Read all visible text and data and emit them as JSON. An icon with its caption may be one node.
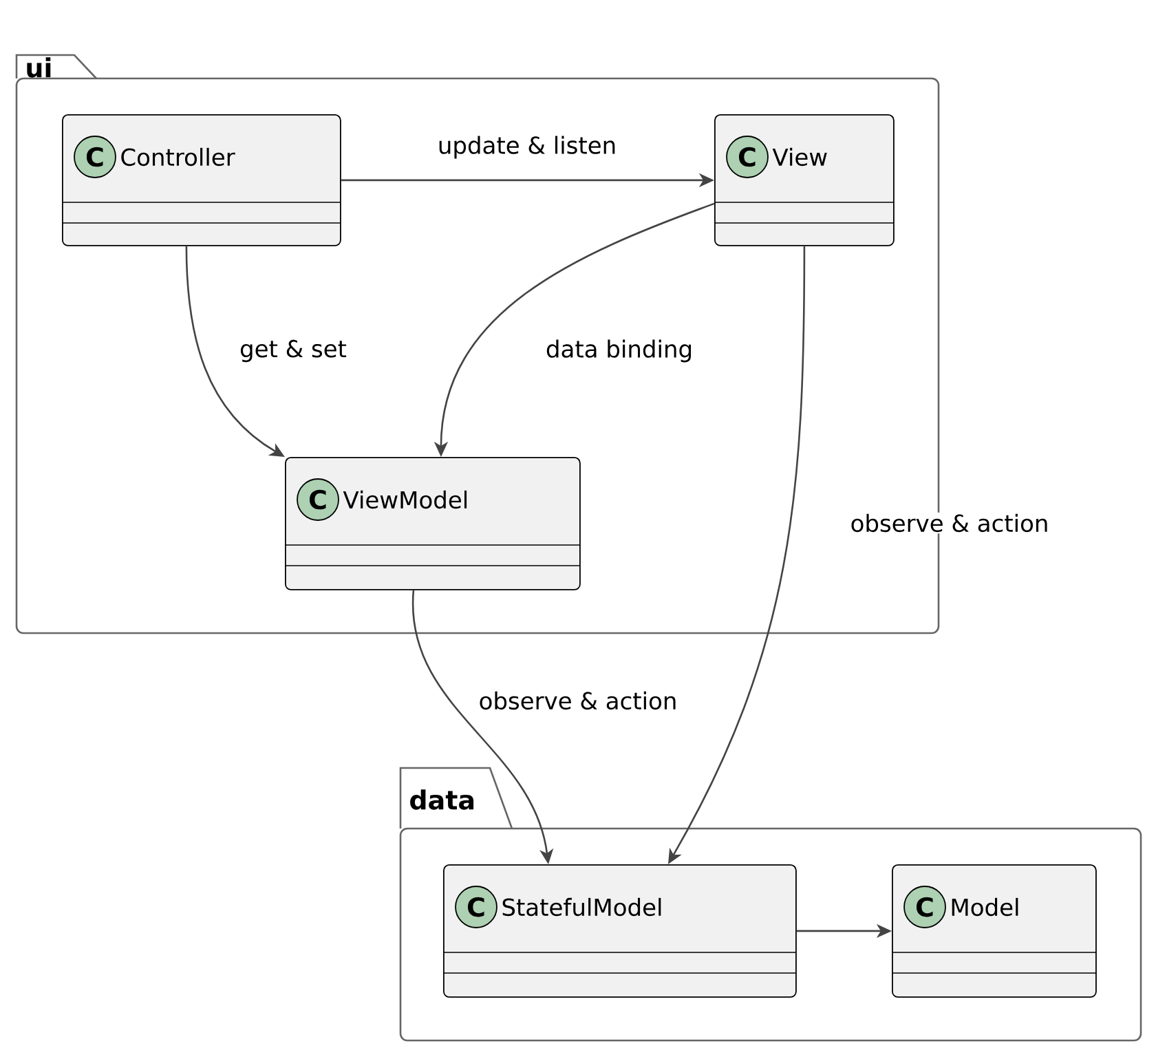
{
  "diagram": {
    "nodes": [
      {
        "text": [
          "ui"
        ]
      },
      {
        "text": [
          "C",
          "Controller"
        ],
        "in": 0
      },
      {
        "text": [
          "C",
          "View"
        ],
        "in": 0
      },
      {
        "text": [
          "C",
          "ViewModel"
        ],
        "in": 0
      },
      {
        "text": [
          "data"
        ]
      },
      {
        "text": [
          "C",
          "StatefulModel"
        ],
        "in": 4
      },
      {
        "text": [
          "C",
          "Model"
        ],
        "in": 4
      }
    ],
    "edges": [
      {
        "from": 1,
        "to": 2,
        "arrow": "to",
        "label": "update & listen"
      },
      {
        "from": 1,
        "to": 3,
        "arrow": "to",
        "label": "get & set"
      },
      {
        "from": 2,
        "to": 3,
        "arrow": "to",
        "label": "data binding"
      },
      {
        "from": 2,
        "to": 5,
        "arrow": "to",
        "label": "observe & action"
      },
      {
        "from": 3,
        "to": 5,
        "arrow": "to",
        "label": "observe & action"
      },
      {
        "from": 5,
        "to": 6,
        "arrow": "to"
      }
    ]
  }
}
